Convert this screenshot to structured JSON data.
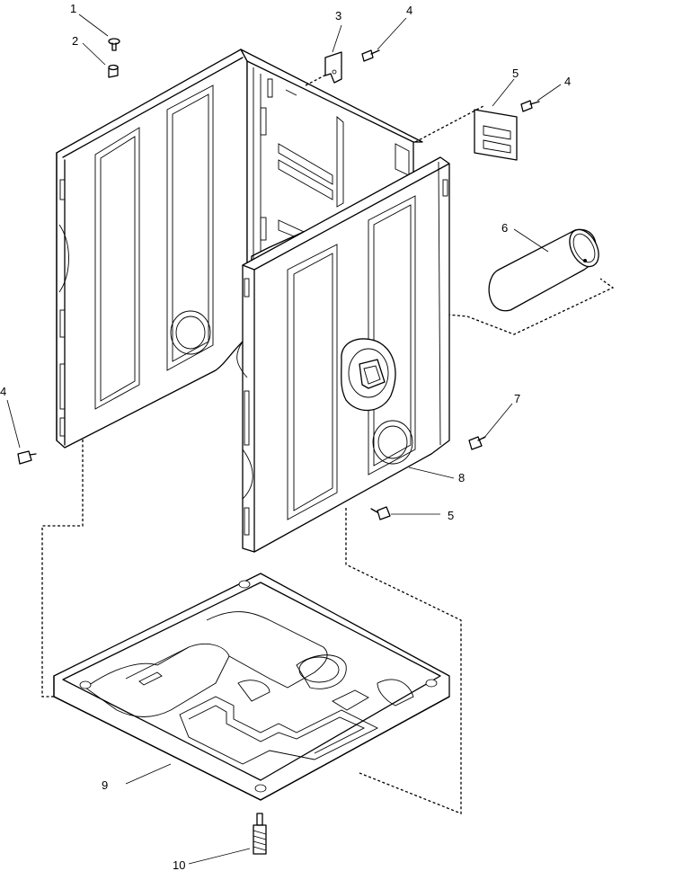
{
  "callouts": [
    "1",
    "2",
    "3",
    "4",
    "4",
    "5",
    "6",
    "4",
    "7",
    "8",
    "5",
    "9",
    "10"
  ],
  "colors": {
    "line": "#000000",
    "background": "#ffffff"
  }
}
